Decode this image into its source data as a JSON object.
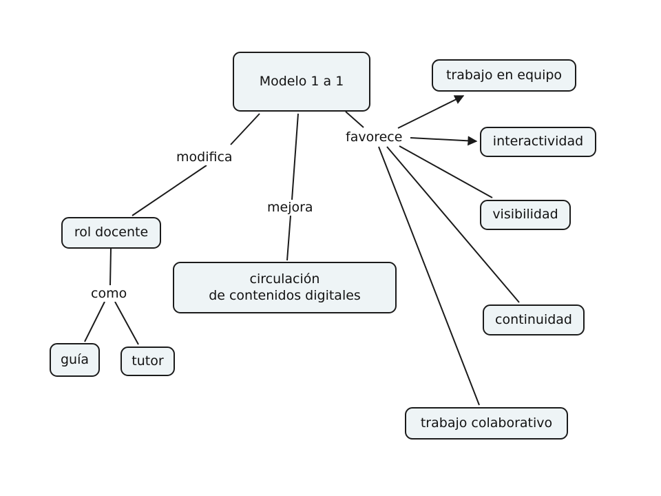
{
  "concepts": {
    "modelo": "Modelo 1 a 1",
    "trabajo_equipo": "trabajo en equipo",
    "interactividad": "interactividad",
    "visibilidad": "visibilidad",
    "continuidad": "continuidad",
    "trabajo_colaborativo": "trabajo colaborativo",
    "rol_docente": "rol docente",
    "circulacion": "circulación\nde contenidos digitales",
    "guia": "guía",
    "tutor": "tutor"
  },
  "link_phrases": {
    "modifica": "modifica",
    "mejora": "mejora",
    "favorece": "favorece",
    "como": "como"
  },
  "colors": {
    "node_fill": "#eef4f6",
    "node_border": "#1a1a1a",
    "line": "#1a1a1a",
    "background": "#ffffff"
  }
}
